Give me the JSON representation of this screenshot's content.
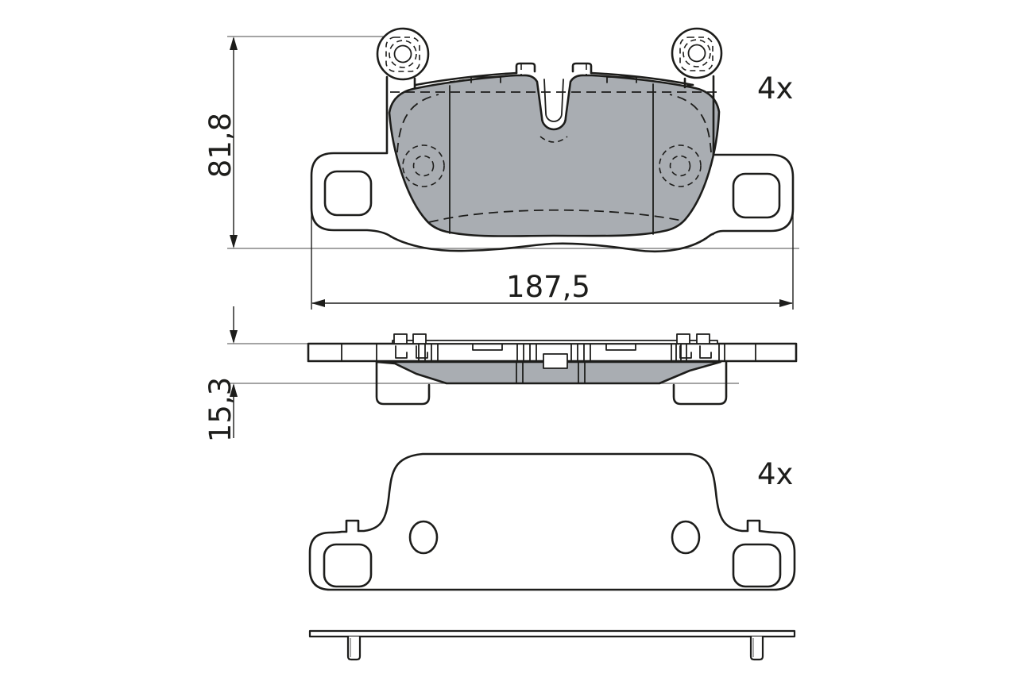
{
  "drawing": {
    "colors": {
      "background": "#ffffff",
      "line": "#1d1d1b",
      "friction_fill": "#a9adb2",
      "extension_line": "#6e6e6e"
    },
    "dimensions": {
      "pad_height": {
        "label": "81,8"
      },
      "pad_width": {
        "label": "187,5"
      },
      "pad_thickness": {
        "label": "15,3"
      }
    },
    "labels": {
      "pad_quantity": "4x",
      "shim_quantity": "4x"
    }
  }
}
